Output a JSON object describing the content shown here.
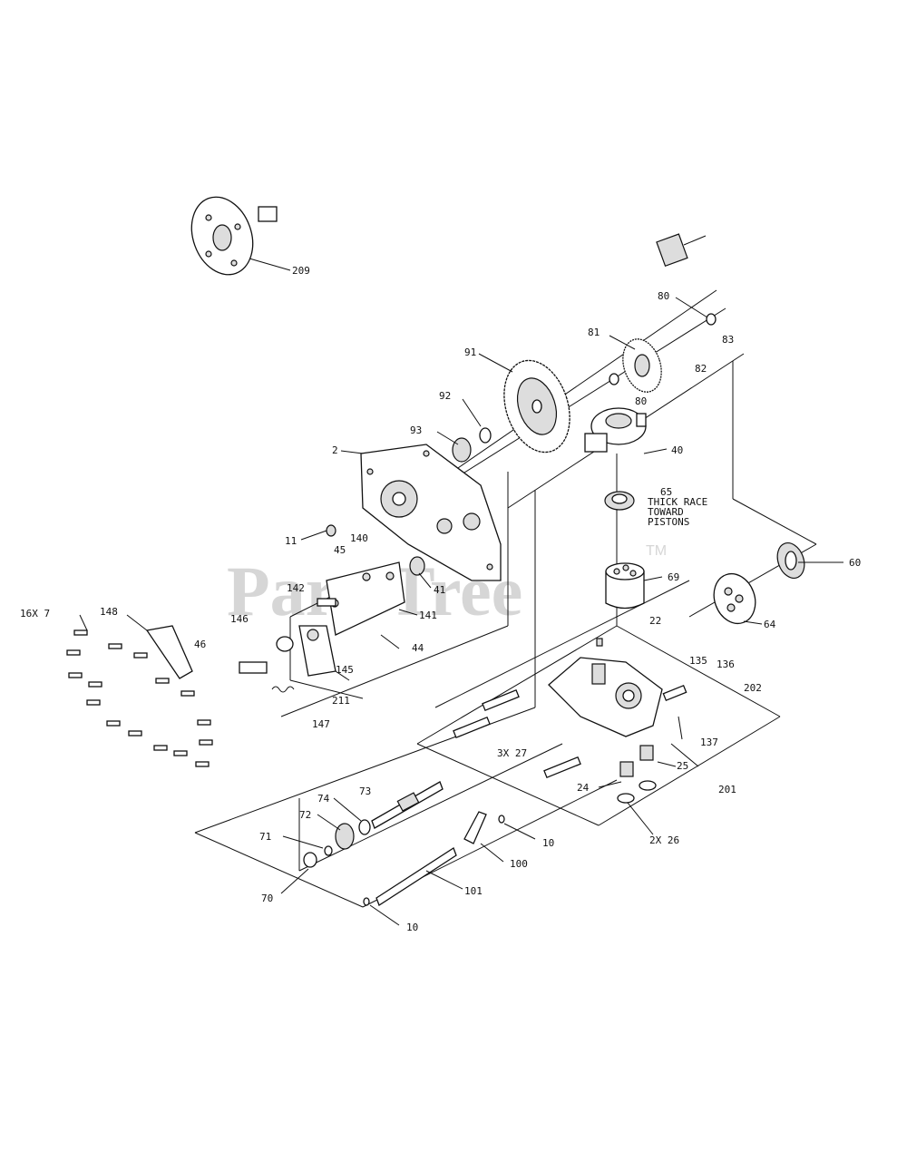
{
  "watermark": {
    "brand": "PartsTree",
    "trademark": "TM"
  },
  "callouts": [
    {
      "id": "c209",
      "text": "209"
    },
    {
      "id": "c80a",
      "text": "80"
    },
    {
      "id": "c81",
      "text": "81"
    },
    {
      "id": "c83",
      "text": "83"
    },
    {
      "id": "c82",
      "text": "82"
    },
    {
      "id": "c91",
      "text": "91"
    },
    {
      "id": "c80b",
      "text": "80"
    },
    {
      "id": "c92",
      "text": "92"
    },
    {
      "id": "c93",
      "text": "93"
    },
    {
      "id": "c40",
      "text": "40"
    },
    {
      "id": "c2",
      "text": "2"
    },
    {
      "id": "c65",
      "text": "65"
    },
    {
      "id": "note1",
      "text": "THICK RACE"
    },
    {
      "id": "note2",
      "text": "TOWARD"
    },
    {
      "id": "note3",
      "text": "PISTONS"
    },
    {
      "id": "c11",
      "text": "11"
    },
    {
      "id": "c140",
      "text": "140"
    },
    {
      "id": "c45",
      "text": "45"
    },
    {
      "id": "c60",
      "text": "60"
    },
    {
      "id": "c142",
      "text": "142"
    },
    {
      "id": "c41",
      "text": "41"
    },
    {
      "id": "c69",
      "text": "69"
    },
    {
      "id": "c16x7",
      "text": "16X 7"
    },
    {
      "id": "c148",
      "text": "148"
    },
    {
      "id": "c141",
      "text": "141"
    },
    {
      "id": "c146",
      "text": "146"
    },
    {
      "id": "c22",
      "text": "22"
    },
    {
      "id": "c64",
      "text": "64"
    },
    {
      "id": "c46",
      "text": "46"
    },
    {
      "id": "c44",
      "text": "44"
    },
    {
      "id": "c135",
      "text": "135"
    },
    {
      "id": "c136",
      "text": "136"
    },
    {
      "id": "c145",
      "text": "145"
    },
    {
      "id": "c202",
      "text": "202"
    },
    {
      "id": "c211",
      "text": "211"
    },
    {
      "id": "c147",
      "text": "147"
    },
    {
      "id": "c137",
      "text": "137"
    },
    {
      "id": "c3x27",
      "text": "3X 27"
    },
    {
      "id": "c25",
      "text": "25"
    },
    {
      "id": "c24",
      "text": "24"
    },
    {
      "id": "c201",
      "text": "201"
    },
    {
      "id": "c74",
      "text": "74"
    },
    {
      "id": "c73",
      "text": "73"
    },
    {
      "id": "c72",
      "text": "72"
    },
    {
      "id": "c71",
      "text": "71"
    },
    {
      "id": "c10a",
      "text": "10"
    },
    {
      "id": "c2x26",
      "text": "2X 26"
    },
    {
      "id": "c100",
      "text": "100"
    },
    {
      "id": "c70",
      "text": "70"
    },
    {
      "id": "c101",
      "text": "101"
    },
    {
      "id": "c10b",
      "text": "10"
    }
  ]
}
